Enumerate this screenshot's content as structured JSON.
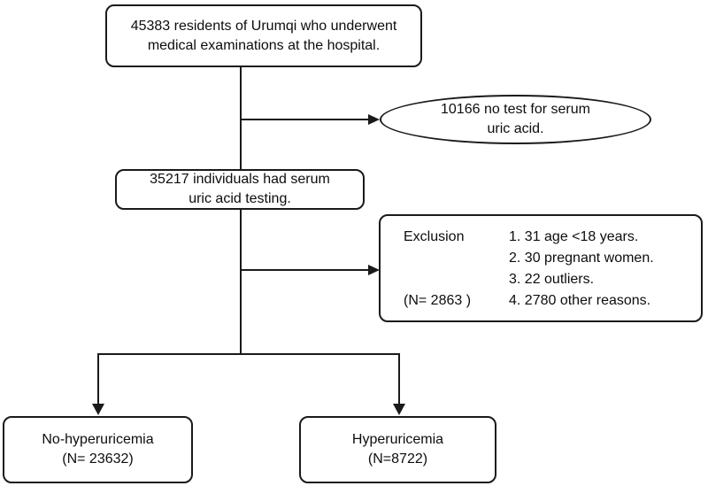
{
  "figure": {
    "type": "participant-flowchart",
    "colors": {
      "stroke": "#1a1a1a",
      "background": "#ffffff",
      "text": "#0d0d0d"
    }
  },
  "nodes": {
    "top": {
      "line1": "45383 residents of Urumqi who underwent",
      "line2": "medical examinations at the hospital."
    },
    "no_test": {
      "line1": "10166 no test for serum",
      "line2": "uric acid."
    },
    "tested": {
      "line1": "35217 individuals had serum",
      "line2": "uric acid testing."
    },
    "exclusion": {
      "title": "Exclusion",
      "n_label": "(N= 2863 )",
      "items": [
        "1. 31 age <18 years.",
        "2. 30 pregnant women.",
        "3. 22 outliers.",
        "4. 2780 other reasons."
      ]
    },
    "no_hyperuricemia": {
      "line1": "No-hyperuricemia",
      "line2": "(N= 23632)"
    },
    "hyperuricemia": {
      "line1": "Hyperuricemia",
      "line2": "(N=8722)"
    }
  }
}
